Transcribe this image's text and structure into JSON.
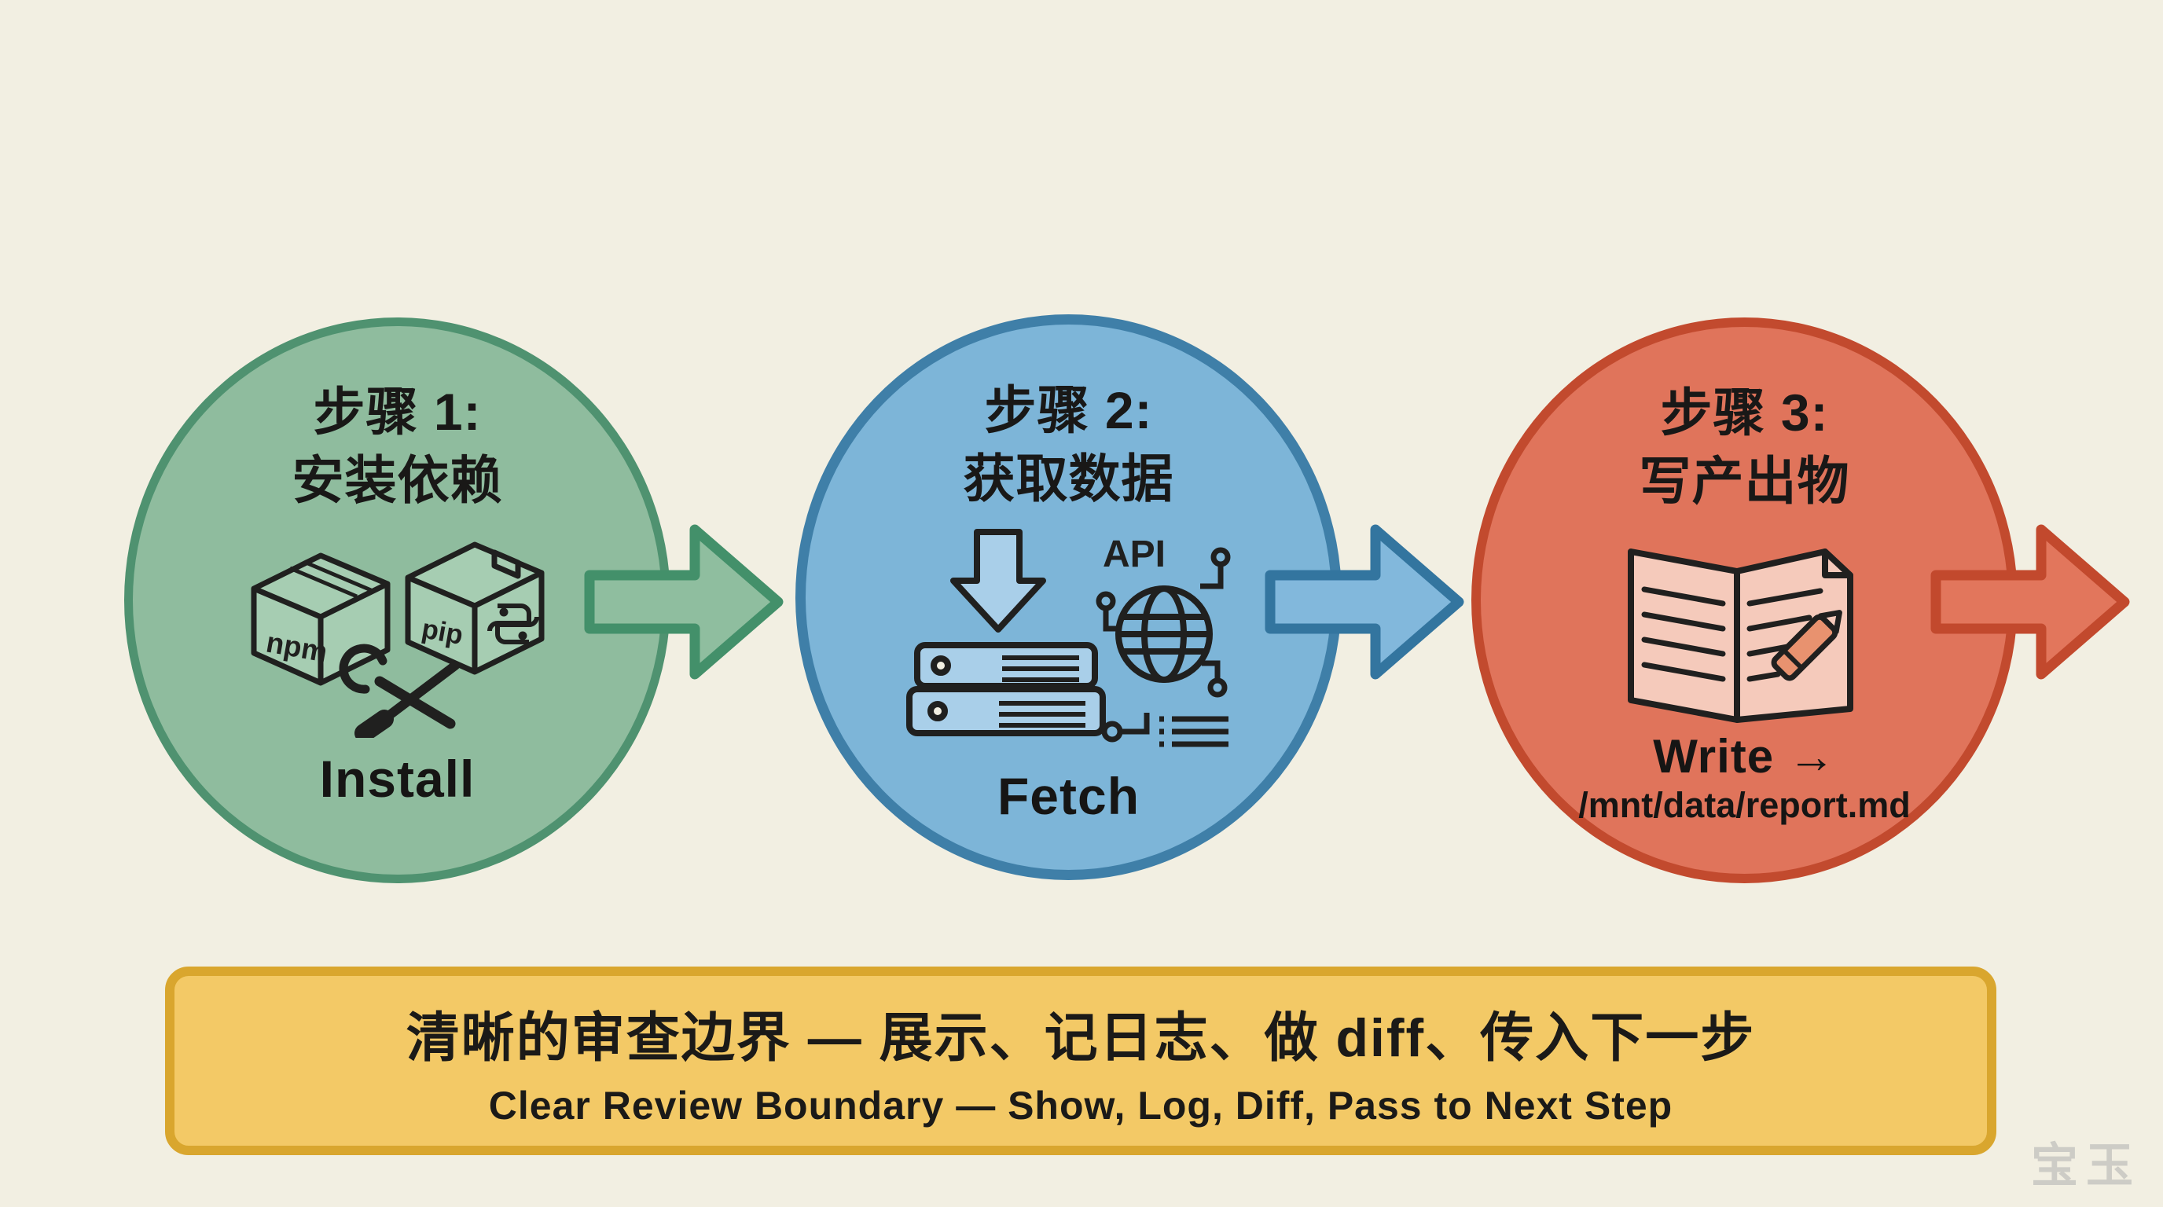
{
  "background_color": "#f2efe2",
  "steps": [
    {
      "id": "install",
      "title_line1": "步骤 1:",
      "title_line2": "安装依赖",
      "label": "Install",
      "icon": "npm-pip-packages-with-tools-icon",
      "icon_text_left": "npm",
      "icon_text_right": "pip",
      "fill": "#8fbc9e",
      "border": "#4f9270"
    },
    {
      "id": "fetch",
      "title_line1": "步骤 2:",
      "title_line2": "获取数据",
      "label": "Fetch",
      "icon": "download-server-api-globe-icon",
      "icon_text": "API",
      "fill": "#7db5d8",
      "border": "#3f7fa8"
    },
    {
      "id": "write",
      "title_line1": "步骤 3:",
      "title_line2": "写产出物",
      "label": "Write →",
      "sublabel": "/mnt/data/report.md",
      "icon": "document-with-pencil-icon",
      "fill": "#e0745b",
      "border": "#c24a2e"
    }
  ],
  "arrows": [
    {
      "from": "install",
      "to": "fetch",
      "fill": "#8fbe9f",
      "border": "#43906a"
    },
    {
      "from": "fetch",
      "to": "write",
      "fill": "#82b8dc",
      "border": "#33759f"
    },
    {
      "from": "write",
      "to": "out",
      "fill": "#e2765c",
      "border": "#c2492d"
    }
  ],
  "banner": {
    "line1_zh": "清晰的审查边界 — 展示、记日志、做 diff、传入下一步",
    "line2_en": "Clear Review Boundary — Show, Log, Diff, Pass to Next Step",
    "fill": "#f3c966",
    "border": "#d9a62e"
  },
  "watermark": "宝玉"
}
